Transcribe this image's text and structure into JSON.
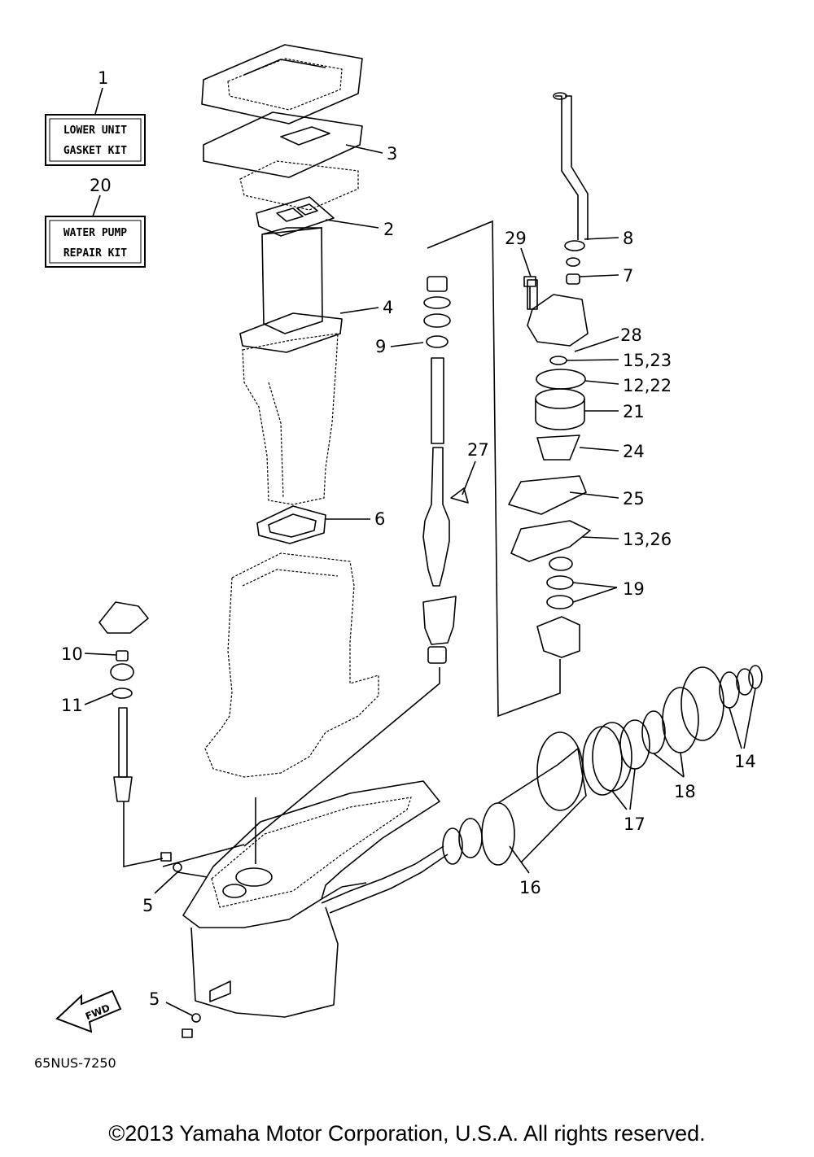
{
  "kits": [
    {
      "number": "1",
      "lines": [
        "LOWER UNIT",
        "GASKET KIT"
      ]
    },
    {
      "number": "20",
      "lines": [
        "WATER PUMP",
        "REPAIR KIT"
      ]
    }
  ],
  "callouts": [
    "3",
    "2",
    "4",
    "6",
    "9",
    "27",
    "29",
    "8",
    "7",
    "28",
    "15,23",
    "12,22",
    "21",
    "24",
    "25",
    "13,26",
    "19",
    "10",
    "11",
    "14",
    "18",
    "17",
    "16",
    "5",
    "5"
  ],
  "fwd_label": "FWD",
  "drawing_code": "65NUS-7250",
  "copyright": "©2013 Yamaha Motor Corporation, U.S.A. All rights reserved."
}
